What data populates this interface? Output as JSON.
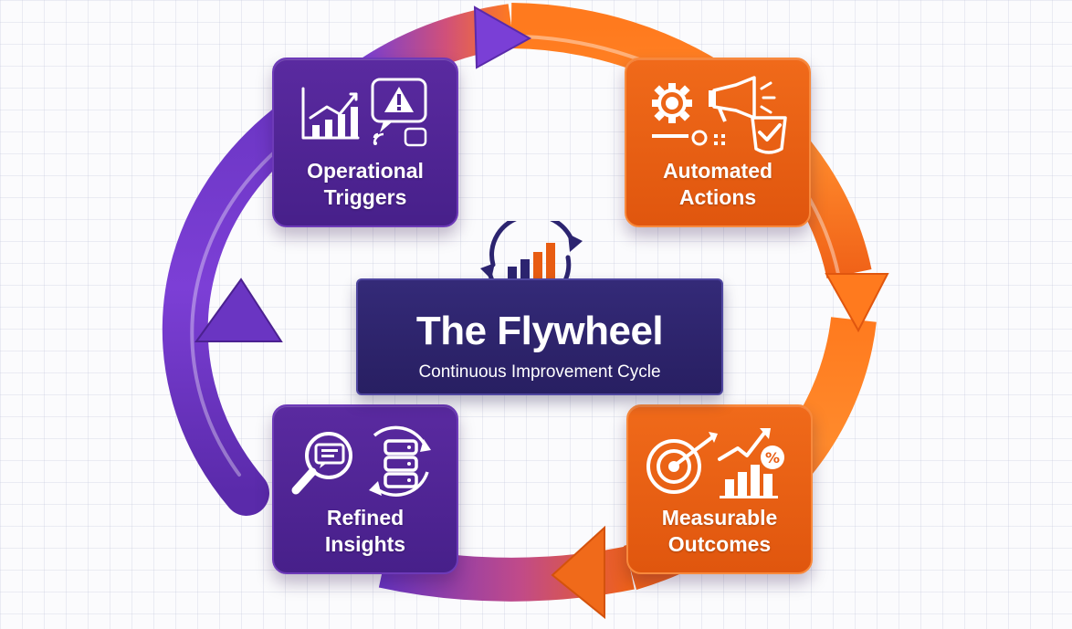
{
  "diagram": {
    "title": "The Flywheel",
    "subtitle": "Continuous Improvement Cycle",
    "steps": [
      {
        "label": "Operational\nTriggers",
        "icon": "chart-alert-icon",
        "color": "#4b2190"
      },
      {
        "label": "Automated\nActions",
        "icon": "gear-megaphone-icon",
        "color": "#e85c12"
      },
      {
        "label": "Measurable\nOutcomes",
        "icon": "target-growth-icon",
        "color": "#e85c12"
      },
      {
        "label": "Refined\nInsights",
        "icon": "magnifier-database-icon",
        "color": "#4b2190"
      }
    ],
    "center_icon": "bar-chart-cycle-icon"
  },
  "colors": {
    "purple": "#4b2190",
    "orange": "#e85c12",
    "navy": "#2c2470"
  }
}
